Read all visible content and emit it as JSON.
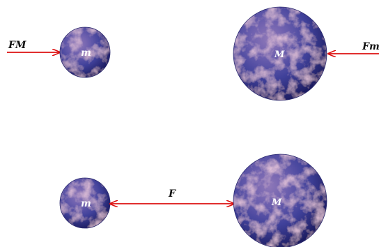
{
  "labels": {
    "top_left_force": "FM",
    "top_right_force": "Fm",
    "bottom_force": "F",
    "small_mass_top": "m",
    "large_mass_top": "M",
    "small_mass_bottom": "m",
    "large_mass_bottom": "M"
  },
  "colors": {
    "arrow": "#dd1111",
    "sphere_base": "#3b3f9c",
    "sphere_highlight": "#b08aa8"
  }
}
